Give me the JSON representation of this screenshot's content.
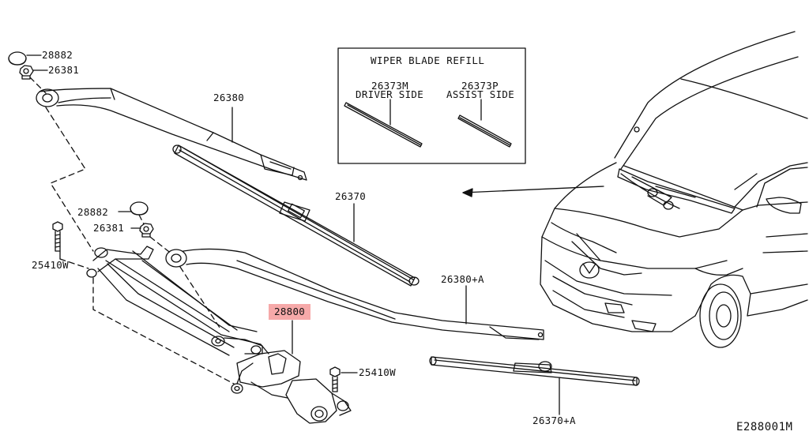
{
  "diagram_id": "E288001M",
  "refill_box": {
    "title": "WIPER BLADE REFILL",
    "driver": {
      "part": "26373M",
      "side": "DRIVER SIDE"
    },
    "assist": {
      "part": "26373P",
      "side": "ASSIST SIDE"
    }
  },
  "callouts": {
    "cap_top": "28882",
    "nut_top": "26381",
    "arm_driver": "26380",
    "blade_driver": "26370",
    "cap_mid": "28882",
    "nut_mid": "26381",
    "bolt_left": "25410W",
    "arm_assist": "26380+A",
    "motor_assembly": "28800",
    "bolt_right": "25410W",
    "blade_assist": "26370+A"
  },
  "highlight_color": "#f6a9a9"
}
